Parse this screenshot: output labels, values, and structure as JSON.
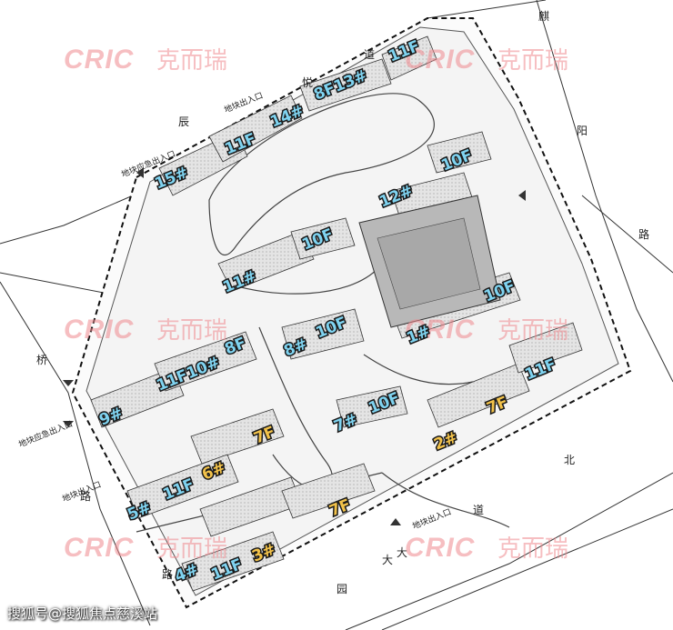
{
  "watermark": {
    "logo": "CRIC",
    "cn": "克而瑞"
  },
  "credit": "搜狐号@搜狐焦点慈溪站",
  "buildings": [
    {
      "id": "b15",
      "label": "15#",
      "color": "cyan"
    },
    {
      "id": "b11a",
      "label": "11F",
      "color": "cyan"
    },
    {
      "id": "b14",
      "label": "14#",
      "color": "cyan"
    },
    {
      "id": "b8f13",
      "label": "8F13#",
      "color": "cyan"
    },
    {
      "id": "b11b",
      "label": "11F",
      "color": "cyan"
    },
    {
      "id": "b10a",
      "label": "10F",
      "color": "cyan"
    },
    {
      "id": "b12",
      "label": "12#",
      "color": "cyan"
    },
    {
      "id": "b10b",
      "label": "10F",
      "color": "cyan"
    },
    {
      "id": "b11c",
      "label": "11#",
      "color": "cyan"
    },
    {
      "id": "b10c",
      "label": "10F",
      "color": "cyan"
    },
    {
      "id": "b1",
      "label": "1#",
      "color": "cyan"
    },
    {
      "id": "b8",
      "label": "8#",
      "color": "cyan"
    },
    {
      "id": "b10d",
      "label": "10F",
      "color": "cyan"
    },
    {
      "id": "b11f10",
      "label": "11F10#",
      "color": "cyan"
    },
    {
      "id": "b8f",
      "label": "8F",
      "color": "cyan"
    },
    {
      "id": "b9",
      "label": "9#",
      "color": "cyan"
    },
    {
      "id": "b7",
      "label": "7#",
      "color": "cyan"
    },
    {
      "id": "b10e",
      "label": "10F",
      "color": "cyan"
    },
    {
      "id": "b2",
      "label": "2#",
      "color": "yellow"
    },
    {
      "id": "b7f",
      "label": "7F",
      "color": "yellow"
    },
    {
      "id": "b11d",
      "label": "11F",
      "color": "cyan"
    },
    {
      "id": "b7f2",
      "label": "7F",
      "color": "yellow"
    },
    {
      "id": "b6",
      "label": "6#",
      "color": "yellow"
    },
    {
      "id": "b5",
      "label": "5#",
      "color": "cyan"
    },
    {
      "id": "b11e",
      "label": "11F",
      "color": "cyan"
    },
    {
      "id": "b7f3",
      "label": "7F",
      "color": "yellow"
    },
    {
      "id": "b3",
      "label": "3#",
      "color": "yellow"
    },
    {
      "id": "b4",
      "label": "4#",
      "color": "cyan"
    },
    {
      "id": "b11g",
      "label": "11F",
      "color": "cyan"
    }
  ],
  "entrances": [
    {
      "id": "e1",
      "label": "地块出入口"
    },
    {
      "id": "e2",
      "label": "地块应急出入口"
    },
    {
      "id": "e3",
      "label": "地块应急出入口"
    },
    {
      "id": "e4",
      "label": "地块出入口"
    },
    {
      "id": "e5",
      "label": "地块出入口"
    }
  ],
  "roads": [
    {
      "id": "r1",
      "label": "悦"
    },
    {
      "id": "r2",
      "label": "道"
    },
    {
      "id": "r3",
      "label": "麒"
    },
    {
      "id": "r4",
      "label": "阳"
    },
    {
      "id": "r5",
      "label": "路"
    },
    {
      "id": "r6",
      "label": "北"
    },
    {
      "id": "r7",
      "label": "道"
    },
    {
      "id": "r8",
      "label": "大"
    },
    {
      "id": "r9",
      "label": "桥"
    },
    {
      "id": "r10",
      "label": "路"
    },
    {
      "id": "r11",
      "label": "辰"
    },
    {
      "id": "r12",
      "label": "园"
    },
    {
      "id": "r13",
      "label": "路"
    },
    {
      "id": "r14",
      "label": "大"
    }
  ]
}
